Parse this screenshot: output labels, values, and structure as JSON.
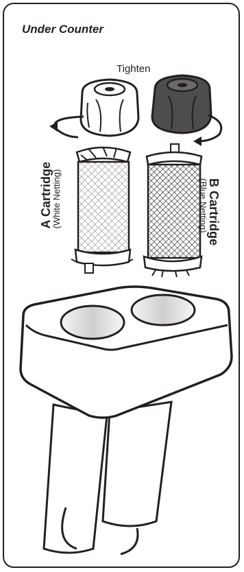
{
  "header": {
    "title": "Under Counter"
  },
  "annotations": {
    "tighten": "Tighten",
    "cartridge_a": {
      "name": "A Cartridge",
      "note": "(White Netting)"
    },
    "cartridge_b": {
      "name": "B Cartridge",
      "note": "(Blue Netting)"
    }
  },
  "colors": {
    "outline": "#231f20",
    "cap_a": "#ffffff",
    "cap_b": "#5a5a5a",
    "housing": "#ffffff"
  }
}
